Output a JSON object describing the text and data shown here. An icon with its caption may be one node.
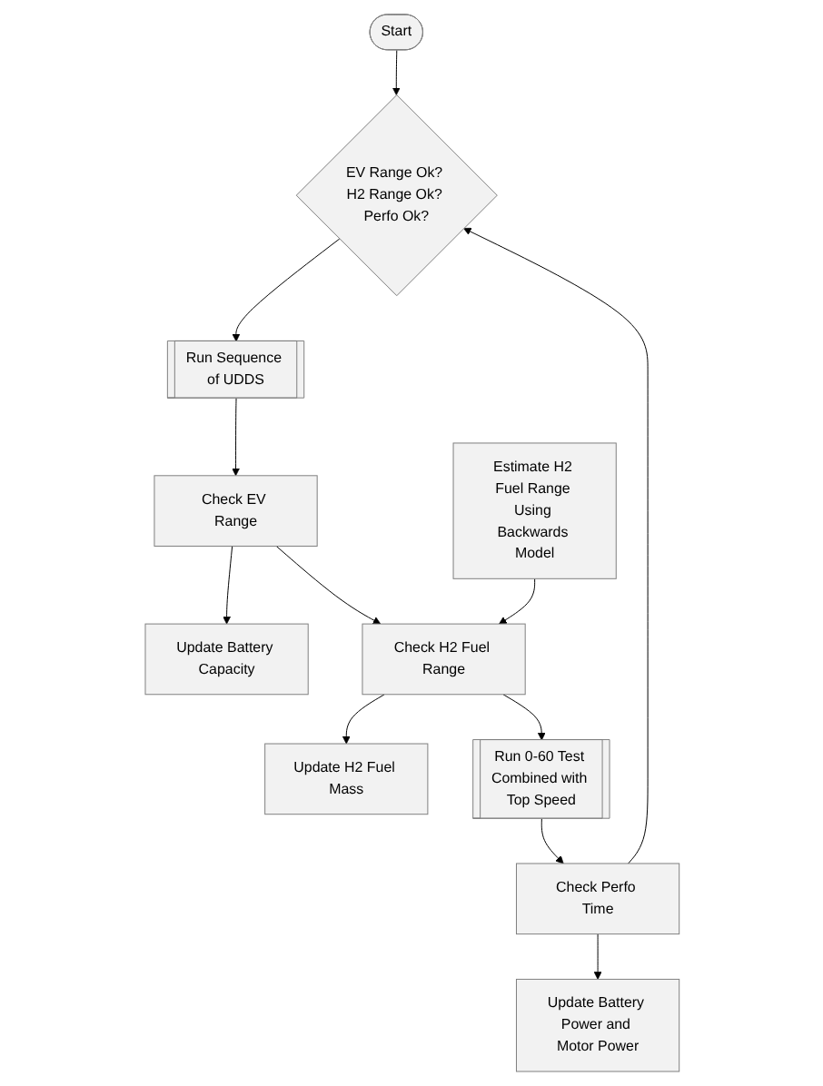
{
  "diagram": {
    "nodes": [
      {
        "text": [
          "Start"
        ]
      },
      {
        "text": [
          "EV Range Ok? H2 Range Ok? Perfo Ok?"
        ]
      },
      {
        "text": [
          "Run Sequence of UDDS"
        ]
      },
      {
        "text": [
          "Check EV Range"
        ]
      },
      {
        "text": [
          "Update Battery Capacity"
        ]
      },
      {
        "text": [
          "Estimate H2 Fuel Range Using Backwards Model"
        ]
      },
      {
        "text": [
          "Check H2 Fuel Range"
        ]
      },
      {
        "text": [
          "Update H2 Fuel Mass"
        ]
      },
      {
        "text": [
          "Run 0-60 Test Combined with Top Speed"
        ]
      },
      {
        "text": [
          "Check Perfo Time"
        ]
      },
      {
        "text": [
          "Update Battery Power and Motor Power"
        ]
      }
    ],
    "edges": [
      {
        "from": 0,
        "to": 1,
        "arrow": "to"
      },
      {
        "from": 1,
        "to": 2,
        "arrow": "to"
      },
      {
        "from": 2,
        "to": 3,
        "arrow": "to"
      },
      {
        "from": 3,
        "to": 4,
        "arrow": "to"
      },
      {
        "from": 3,
        "to": 6,
        "arrow": "to"
      },
      {
        "from": 5,
        "to": 6,
        "arrow": "to"
      },
      {
        "from": 6,
        "to": 7,
        "arrow": "to"
      },
      {
        "from": 6,
        "to": 8,
        "arrow": "to"
      },
      {
        "from": 8,
        "to": 9,
        "arrow": "to"
      },
      {
        "from": 9,
        "to": 10,
        "arrow": "to"
      },
      {
        "from": 9,
        "to": 1,
        "arrow": "to"
      }
    ]
  }
}
